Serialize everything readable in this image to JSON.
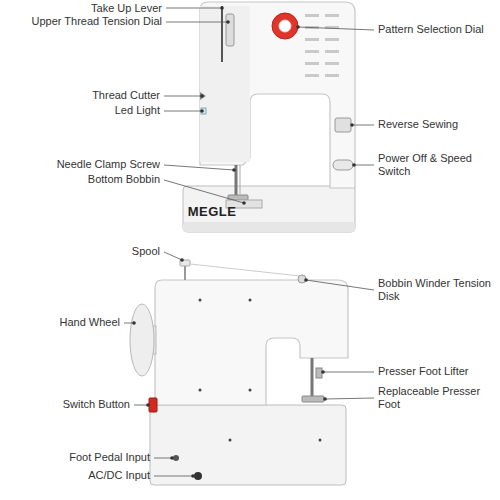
{
  "diagram": {
    "labels": [
      "Take Up Lever",
      "Upper Thread Tension Dial",
      "Thread Cutter",
      "Led Light",
      "Needle Clamp Screw",
      "Bottom Bobbin",
      "Pattern Selection Dial",
      "Reverse Sewing",
      "Power Off & Speed Switch",
      "MEGLE",
      "Spool",
      "Hand Wheel",
      "Switch Button",
      "Foot Pedal Input",
      "AC/DC Input",
      "Bobbin Winder Tension Disk",
      "Presser Foot Lifter",
      "Replaceable Presser Foot"
    ]
  }
}
